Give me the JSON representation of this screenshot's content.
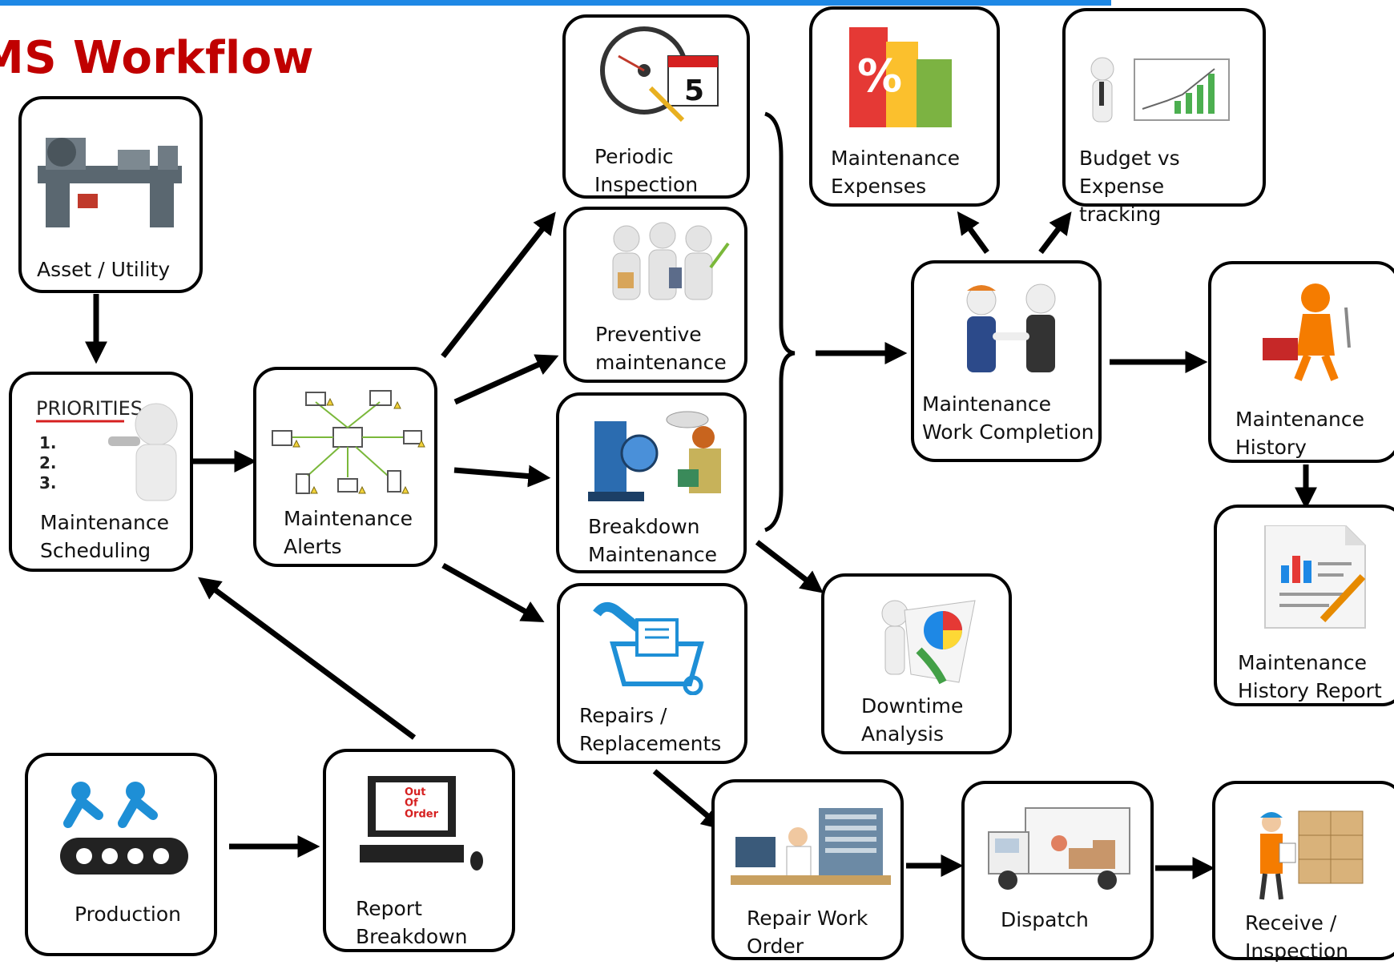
{
  "header": {
    "title": "MS Workflow"
  },
  "nodes": {
    "asset": {
      "label": "Asset / Utility",
      "icon": "lathe-machine-icon"
    },
    "scheduling": {
      "label": "Maintenance\nScheduling",
      "icon": "priorities-list-icon",
      "icon_text": "PRIORITIES",
      "icon_items": [
        "1.",
        "2.",
        "3."
      ]
    },
    "alerts": {
      "label": "Maintenance\nAlerts",
      "icon": "alert-network-icon"
    },
    "periodic": {
      "label": "Periodic\nInspection",
      "icon": "gauge-calendar-icon",
      "icon_text": "5"
    },
    "preventive": {
      "label": "Preventive\nmaintenance",
      "icon": "team-tools-icon"
    },
    "breakdown": {
      "label": "Breakdown\nMaintenance",
      "icon": "machine-repair-icon"
    },
    "repairs": {
      "label": "Repairs /\nReplacements",
      "icon": "toolbox-cart-icon"
    },
    "expenses": {
      "label": "Maintenance\nExpenses",
      "icon": "percent-bars-icon",
      "icon_text": "%"
    },
    "budget": {
      "label": "Budget vs Expense\ntracking",
      "icon": "presenter-chart-icon"
    },
    "completion": {
      "label": "Maintenance\nWork Completion",
      "icon": "handshake-icon"
    },
    "history": {
      "label": "Maintenance\nHistory",
      "icon": "person-toolbox-icon"
    },
    "history_report": {
      "label": "Maintenance\nHistory Report",
      "icon": "report-chart-icon"
    },
    "downtime": {
      "label": "Downtime\nAnalysis",
      "icon": "pie-chart-figure-icon"
    },
    "production": {
      "label": "Production",
      "icon": "conveyor-workers-icon"
    },
    "report_breakdown": {
      "label": "Report\nBreakdown",
      "icon": "out-of-order-computer-icon",
      "icon_text": "Out\nOf\nOrder"
    },
    "repair_work_order": {
      "label": "Repair Work\nOrder",
      "icon": "office-worker-icon"
    },
    "dispatch": {
      "label": "Dispatch",
      "icon": "delivery-truck-icon"
    },
    "receive": {
      "label": "Receive /\nInspection",
      "icon": "worker-pallet-icon"
    }
  },
  "colors": {
    "title": "#c00000",
    "topbar": "#1e88e5",
    "border": "#000000",
    "arrow": "#000000"
  }
}
